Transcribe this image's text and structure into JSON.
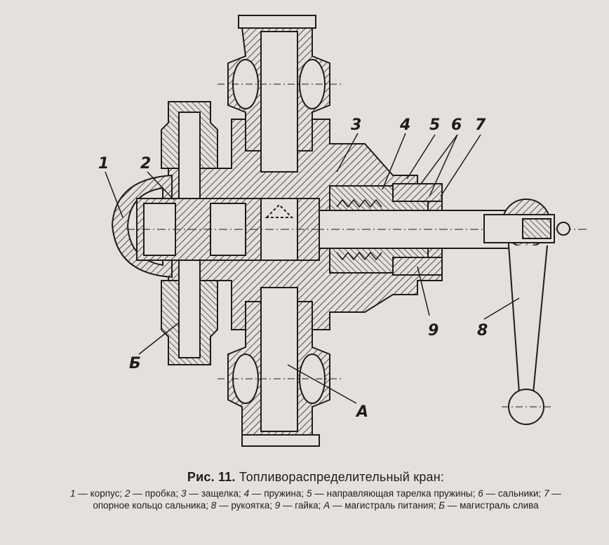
{
  "figure": {
    "caption_lead": "Рис. 11.",
    "caption_title": "Топливораспределительный кран:",
    "legend": [
      {
        "key": "1",
        "text": "корпус"
      },
      {
        "key": "2",
        "text": "пробка"
      },
      {
        "key": "3",
        "text": "защелка"
      },
      {
        "key": "4",
        "text": "пружина"
      },
      {
        "key": "5",
        "text": "направляющая тарелка пружины"
      },
      {
        "key": "6",
        "text": "сальники"
      },
      {
        "key": "7",
        "text": "опорное кольцо сальника"
      },
      {
        "key": "8",
        "text": "рукоятка"
      },
      {
        "key": "9",
        "text": "гайка"
      },
      {
        "key": "А",
        "text": "магистраль питания"
      },
      {
        "key": "Б",
        "text": "магистраль слива"
      }
    ]
  },
  "callouts": {
    "c1": "1",
    "c2": "2",
    "c3": "3",
    "c4": "4",
    "c5": "5",
    "c6": "6",
    "c7": "7",
    "c8": "8",
    "c9": "9",
    "cA": "А",
    "cB": "Б"
  }
}
